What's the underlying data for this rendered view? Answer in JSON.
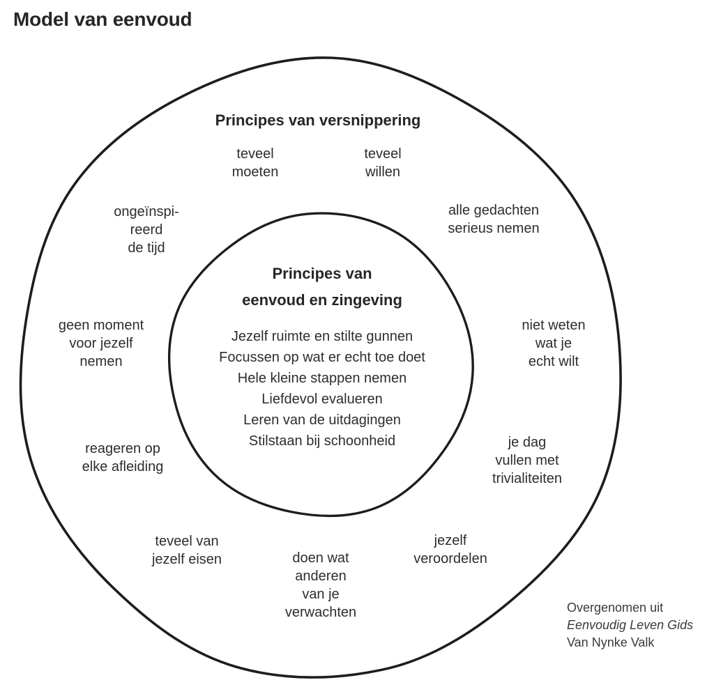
{
  "page_title": "Model van eenvoud",
  "outer_ring": {
    "title": "Principes van versnippering",
    "labels": [
      {
        "text": "teveel\nmoeten"
      },
      {
        "text": "teveel\nwillen"
      },
      {
        "text": "ongeïnspi-\nreerd\nde tijd"
      },
      {
        "text": "alle gedachten\nserieus nemen"
      },
      {
        "text": "geen moment\nvoor jezelf\nnemen"
      },
      {
        "text": "niet weten\nwat je\necht wilt"
      },
      {
        "text": "reageren op\nelke afleiding"
      },
      {
        "text": "je dag\nvullen met\ntrivialiteiten"
      },
      {
        "text": "teveel van\njezelf eisen"
      },
      {
        "text": "doen wat\nanderen\nvan je\nverwachten"
      },
      {
        "text": "jezelf\nveroordelen"
      }
    ]
  },
  "inner_circle": {
    "title": "Principes van\neenvoud en zingeving",
    "items": [
      "Jezelf ruimte en stilte gunnen",
      "Focussen op wat er echt toe doet",
      "Hele kleine stappen nemen",
      "Liefdevol evalueren",
      "Leren van de uitdagingen",
      "Stilstaan bij schoonheid"
    ]
  },
  "attribution": {
    "line1": "Overgenomen uit",
    "line2": "Eenvoudig Leven Gids",
    "line3": "Van Nynke Valk"
  },
  "colors": {
    "background": "#ffffff",
    "text": "#2d2d2d",
    "circle_stroke": "#1d1d1d"
  }
}
